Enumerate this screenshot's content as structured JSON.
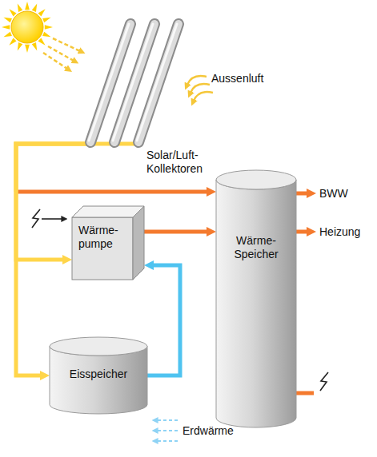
{
  "diagram": {
    "nodes": [
      {
        "text": [
          "Solar/Luft- Kollektoren"
        ]
      },
      {
        "text": [
          "Wärme- pumpe"
        ]
      },
      {
        "text": [
          "Wärme- Speicher"
        ]
      },
      {
        "text": [
          "Eisspeicher"
        ]
      }
    ],
    "edges": [
      {
        "from": 0,
        "to": 2,
        "arrow": "to"
      },
      {
        "from": 0,
        "to": 1,
        "arrow": "to"
      },
      {
        "from": 0,
        "to": 3,
        "arrow": "to"
      },
      {
        "from": 1,
        "to": 2,
        "arrow": "to"
      },
      {
        "from": 3,
        "to": 1,
        "arrow": "to"
      }
    ],
    "labels": [
      "Aussenluft",
      "BWW",
      "Heizung",
      "Erdwärme"
    ]
  }
}
